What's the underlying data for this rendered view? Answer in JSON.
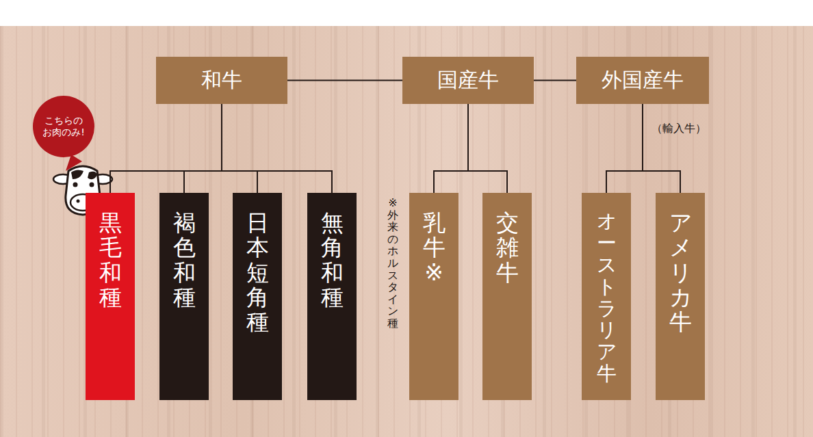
{
  "diagram": {
    "nodes": [
      {
        "text": [
          "和牛"
        ]
      },
      {
        "text": [
          "国産牛"
        ]
      },
      {
        "text": [
          "外国産牛"
        ]
      },
      {
        "text": [
          "黒毛和種"
        ]
      },
      {
        "text": [
          "褐色和種"
        ]
      },
      {
        "text": [
          "日本短角種"
        ]
      },
      {
        "text": [
          "無角和種"
        ]
      },
      {
        "text": [
          "乳牛※"
        ]
      },
      {
        "text": [
          "交雑牛"
        ]
      },
      {
        "text": [
          "オーストラリア牛"
        ]
      },
      {
        "text": [
          "アメリカ牛"
        ]
      }
    ],
    "edges": [
      {
        "from": 0,
        "to": 1,
        "arrow": "none"
      },
      {
        "from": 1,
        "to": 2,
        "arrow": "none"
      },
      {
        "from": 0,
        "to": 3,
        "arrow": "none"
      },
      {
        "from": 0,
        "to": 4,
        "arrow": "none"
      },
      {
        "from": 0,
        "to": 5,
        "arrow": "none"
      },
      {
        "from": 0,
        "to": 6,
        "arrow": "none"
      },
      {
        "from": 1,
        "to": 7,
        "arrow": "none"
      },
      {
        "from": 1,
        "to": 8,
        "arrow": "none"
      },
      {
        "from": 2,
        "to": 9,
        "arrow": "none"
      },
      {
        "from": 2,
        "to": 10,
        "arrow": "none"
      }
    ],
    "labels": [
      "こちらのお肉のみ!",
      "（輸入牛）",
      "※外来のホルスタイン種"
    ]
  }
}
